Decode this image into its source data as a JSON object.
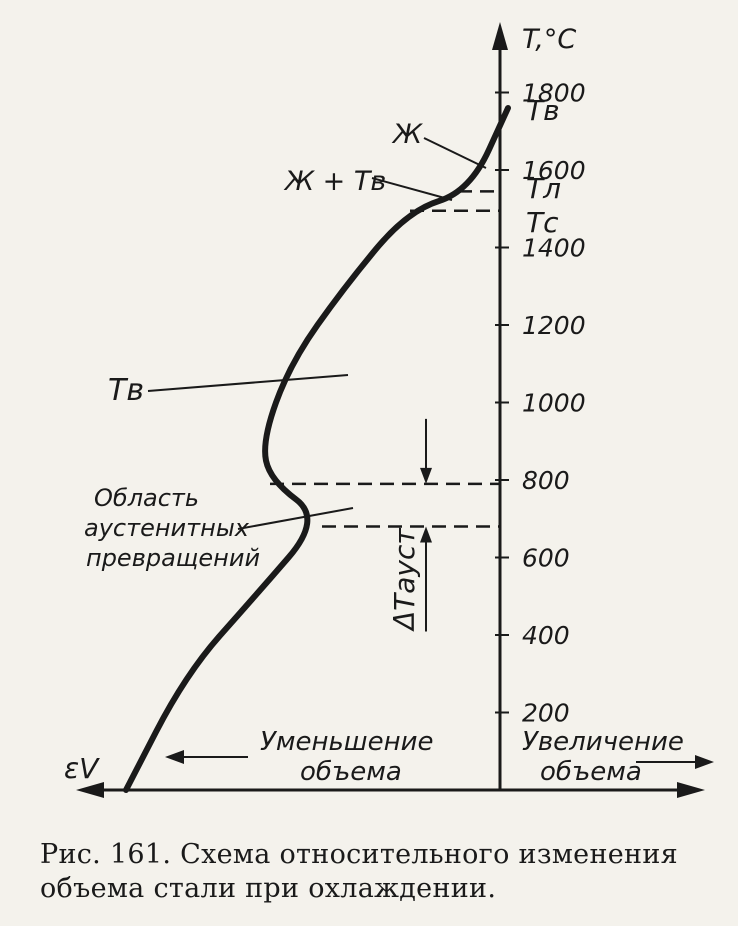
{
  "chart_data": {
    "type": "line",
    "y_axis_label": "T,°C",
    "y_ticks": [
      200,
      400,
      600,
      800,
      1000,
      1200,
      1400,
      1600,
      1800
    ],
    "x_axis_label": "εV",
    "x_left_label": [
      "Уменьшение",
      "объема"
    ],
    "x_right_label": [
      "Увеличение",
      "объема"
    ],
    "temperature_marks": [
      {
        "label": "Тв",
        "T": 1760
      },
      {
        "label": "Тл",
        "T": 1545
      },
      {
        "label": "Тс",
        "T": 1495
      }
    ],
    "region_labels": [
      {
        "text": "Ж"
      },
      {
        "text": "Ж + Тв"
      },
      {
        "text": "Тв"
      },
      {
        "text": "Область аустенитных превращений",
        "lines": [
          "Область",
          "аустенитных",
          "превращений"
        ]
      }
    ],
    "interval": {
      "label": "ΔTауст",
      "T_high": 790,
      "T_low": 680
    },
    "dashed_levels": [
      1545,
      1495,
      790,
      680
    ],
    "curve": {
      "name": "",
      "points_T": [
        1760,
        1545,
        1495,
        1300,
        1100,
        900,
        800,
        700,
        500,
        300,
        0
      ]
    }
  },
  "caption": "Рис. 161. Схема относительного изменения объема стали при охлаждении."
}
